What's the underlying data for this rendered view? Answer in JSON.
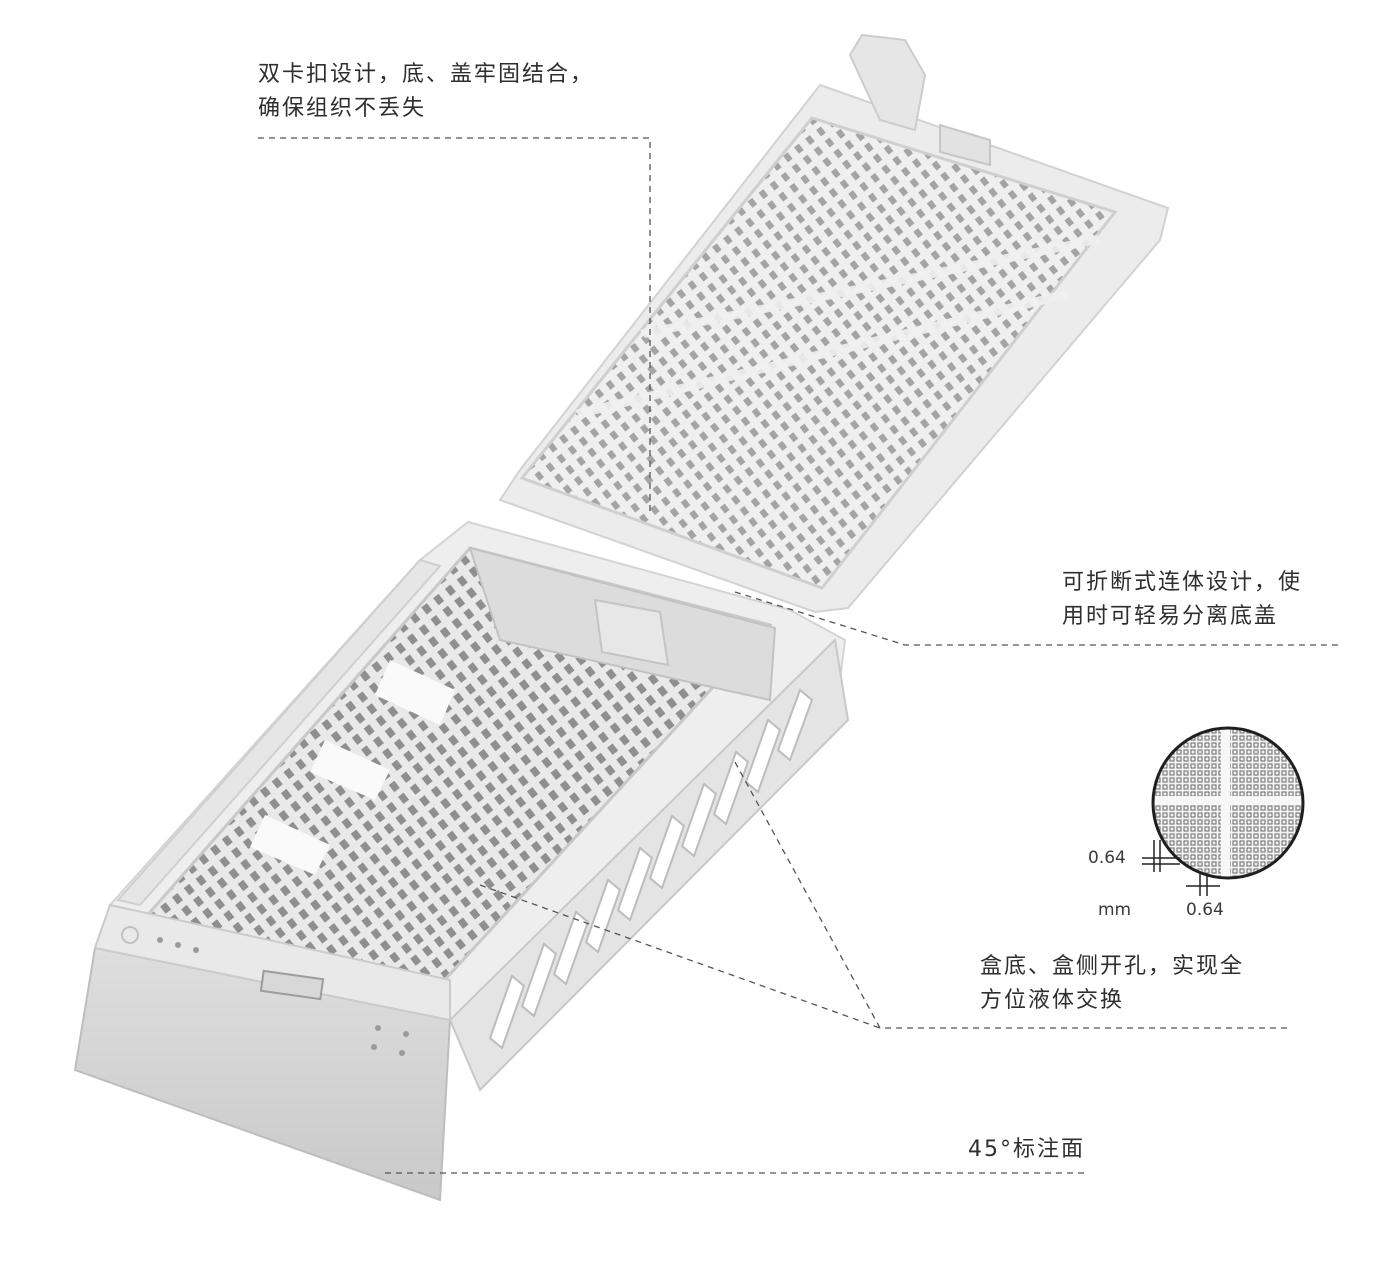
{
  "colors": {
    "background": "#ffffff",
    "plastic": "#ececec",
    "plastic_shadow": "#cfcfcf",
    "hole": "#9a9a9a",
    "text": "#2e2e2e",
    "leader": "#555555"
  },
  "callouts": {
    "clip": {
      "line1": "双卡扣设计，底、盖牢固结合，",
      "line2": "确保组织不丢失"
    },
    "hinge": {
      "line1": "可折断式连体设计，使",
      "line2": "用时可轻易分离底盖"
    },
    "holes": {
      "line1": "盒底、盒侧开孔，实现全",
      "line2": "方位液体交换"
    },
    "angle": {
      "line1": "45°标注面"
    }
  },
  "mesh_detail": {
    "dimension_vertical": "0.64",
    "dimension_horizontal": "0.64",
    "unit": "mm"
  }
}
